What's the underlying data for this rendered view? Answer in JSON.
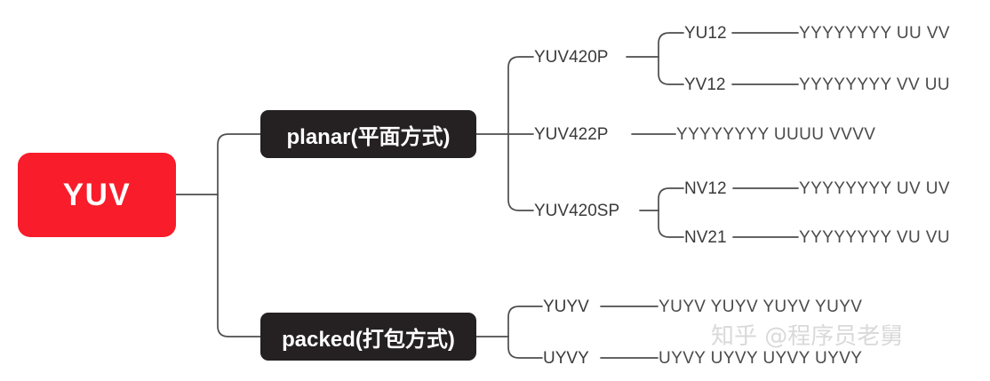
{
  "diagram": {
    "title": "YUV",
    "root": {
      "label": "YUV",
      "color": "#F91C2A",
      "text_color": "#ffffff"
    },
    "branches": [
      {
        "label": "planar(平面方式)",
        "color": "#252022",
        "text_color": "#ffffff",
        "children": [
          {
            "label": "YUV420P",
            "children": [
              {
                "label": "YU12",
                "detail": "YYYYYYYY UU VV"
              },
              {
                "label": "YV12",
                "detail": "YYYYYYYY VV UU"
              }
            ]
          },
          {
            "label": "YUV422P",
            "detail": "YYYYYYYY UUUU VVVV",
            "children": []
          },
          {
            "label": "YUV420SP",
            "children": [
              {
                "label": "NV12",
                "detail": "YYYYYYYY UV UV"
              },
              {
                "label": "NV21",
                "detail": "YYYYYYYY VU VU"
              }
            ]
          }
        ]
      },
      {
        "label": "packed(打包方式)",
        "color": "#252022",
        "text_color": "#ffffff",
        "children": [
          {
            "label": "YUYV",
            "detail": "YUYV YUYV YUYV YUYV",
            "children": []
          },
          {
            "label": "UYVY",
            "detail": "UYVY UYVY UYVY UYVY",
            "children": []
          }
        ]
      }
    ],
    "edge_color": "#4D4D4D",
    "background": "#ffffff"
  },
  "watermark": {
    "text": "知乎 @程序员老舅"
  }
}
